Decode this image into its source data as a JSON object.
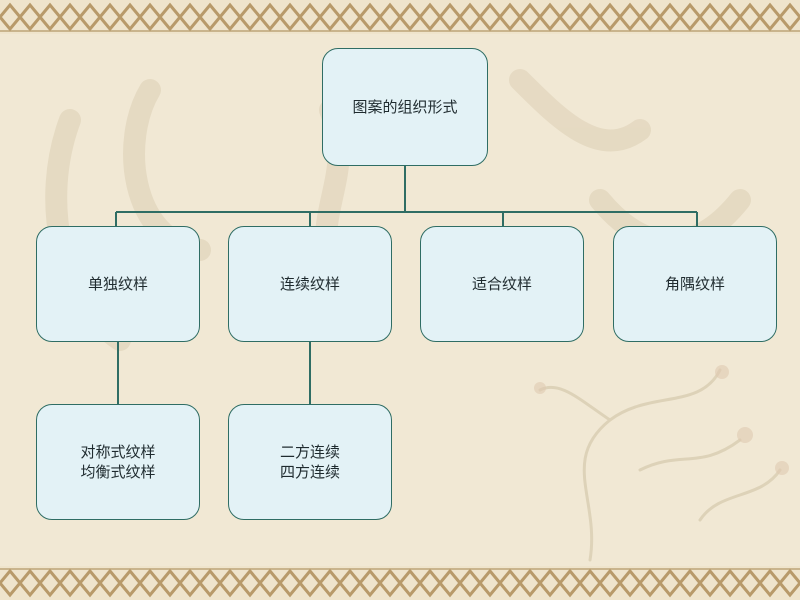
{
  "diagram": {
    "root": {
      "label": "图案的组织形式"
    },
    "children": [
      {
        "label": "单独纹样",
        "sub": [
          "对称式纹样",
          "均衡式纹样"
        ]
      },
      {
        "label": "连续纹样",
        "sub": [
          "二方连续",
          "四方连续"
        ]
      },
      {
        "label": "适合纹样"
      },
      {
        "label": "角隅纹样"
      }
    ]
  },
  "colors": {
    "box_fill": "#e3f2f6",
    "box_border": "#2f6d64",
    "connector": "#2f6d64",
    "background": "#f1e8d4"
  }
}
